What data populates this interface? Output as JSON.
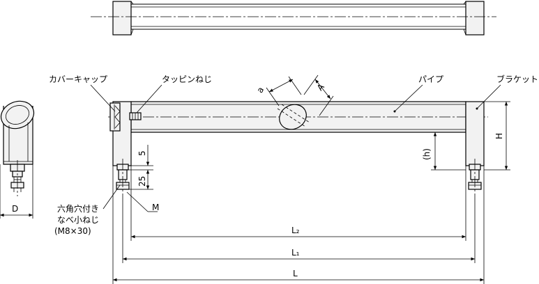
{
  "labels": {
    "cover_cap": "カバーキャップ",
    "tapping_screw": "タッピンねじ",
    "pipe": "パイプ",
    "bracket": "ブラケット",
    "hex_hole_line1": "六角穴付き",
    "hex_hole_line2": "なべ小ねじ",
    "hex_hole_line3": "(M8×30)"
  },
  "dimensions": {
    "a": "a",
    "A": "A",
    "H": "H",
    "h": "(h)",
    "five": "5",
    "twenty_five": "25",
    "M": "M",
    "D": "D",
    "L2": "L₂",
    "L1": "L₁",
    "L": "L"
  }
}
